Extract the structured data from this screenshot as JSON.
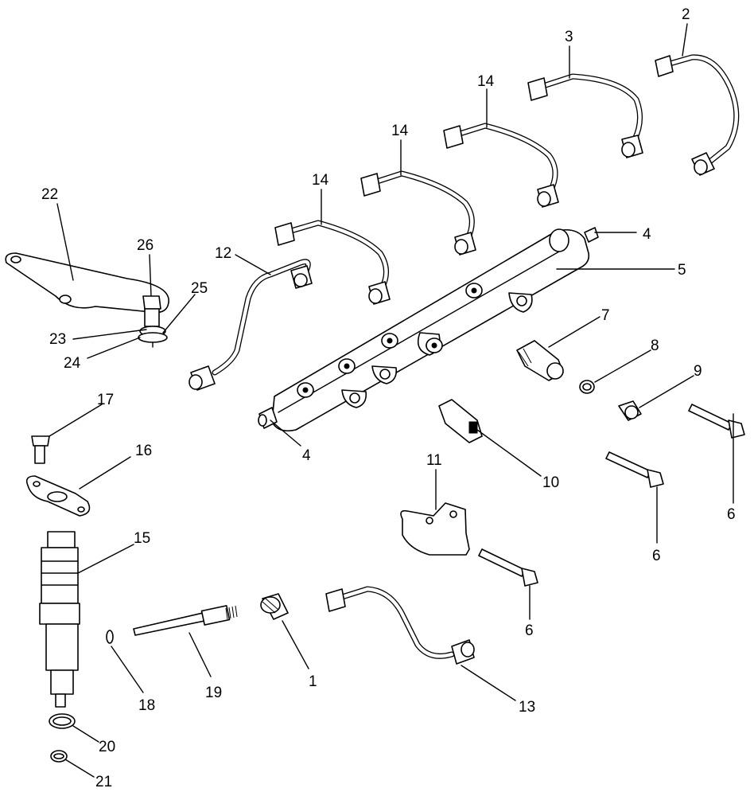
{
  "callouts": [
    {
      "id": "c-2",
      "text": "2"
    },
    {
      "id": "c-3",
      "text": "3"
    },
    {
      "id": "c-14a",
      "text": "14"
    },
    {
      "id": "c-14b",
      "text": "14"
    },
    {
      "id": "c-14c",
      "text": "14"
    },
    {
      "id": "c-4a",
      "text": "4"
    },
    {
      "id": "c-5",
      "text": "5"
    },
    {
      "id": "c-22",
      "text": "22"
    },
    {
      "id": "c-26",
      "text": "26"
    },
    {
      "id": "c-12",
      "text": "12"
    },
    {
      "id": "c-25",
      "text": "25"
    },
    {
      "id": "c-23",
      "text": "23"
    },
    {
      "id": "c-24",
      "text": "24"
    },
    {
      "id": "c-7",
      "text": "7"
    },
    {
      "id": "c-8",
      "text": "8"
    },
    {
      "id": "c-9",
      "text": "9"
    },
    {
      "id": "c-17",
      "text": "17"
    },
    {
      "id": "c-4b",
      "text": "4"
    },
    {
      "id": "c-16",
      "text": "16"
    },
    {
      "id": "c-11",
      "text": "11"
    },
    {
      "id": "c-10",
      "text": "10"
    },
    {
      "id": "c-6a",
      "text": "6"
    },
    {
      "id": "c-6b",
      "text": "6"
    },
    {
      "id": "c-15",
      "text": "15"
    },
    {
      "id": "c-6c",
      "text": "6"
    },
    {
      "id": "c-1",
      "text": "1"
    },
    {
      "id": "c-19",
      "text": "19"
    },
    {
      "id": "c-18",
      "text": "18"
    },
    {
      "id": "c-13",
      "text": "13"
    },
    {
      "id": "c-20",
      "text": "20"
    },
    {
      "id": "c-21",
      "text": "21"
    }
  ]
}
